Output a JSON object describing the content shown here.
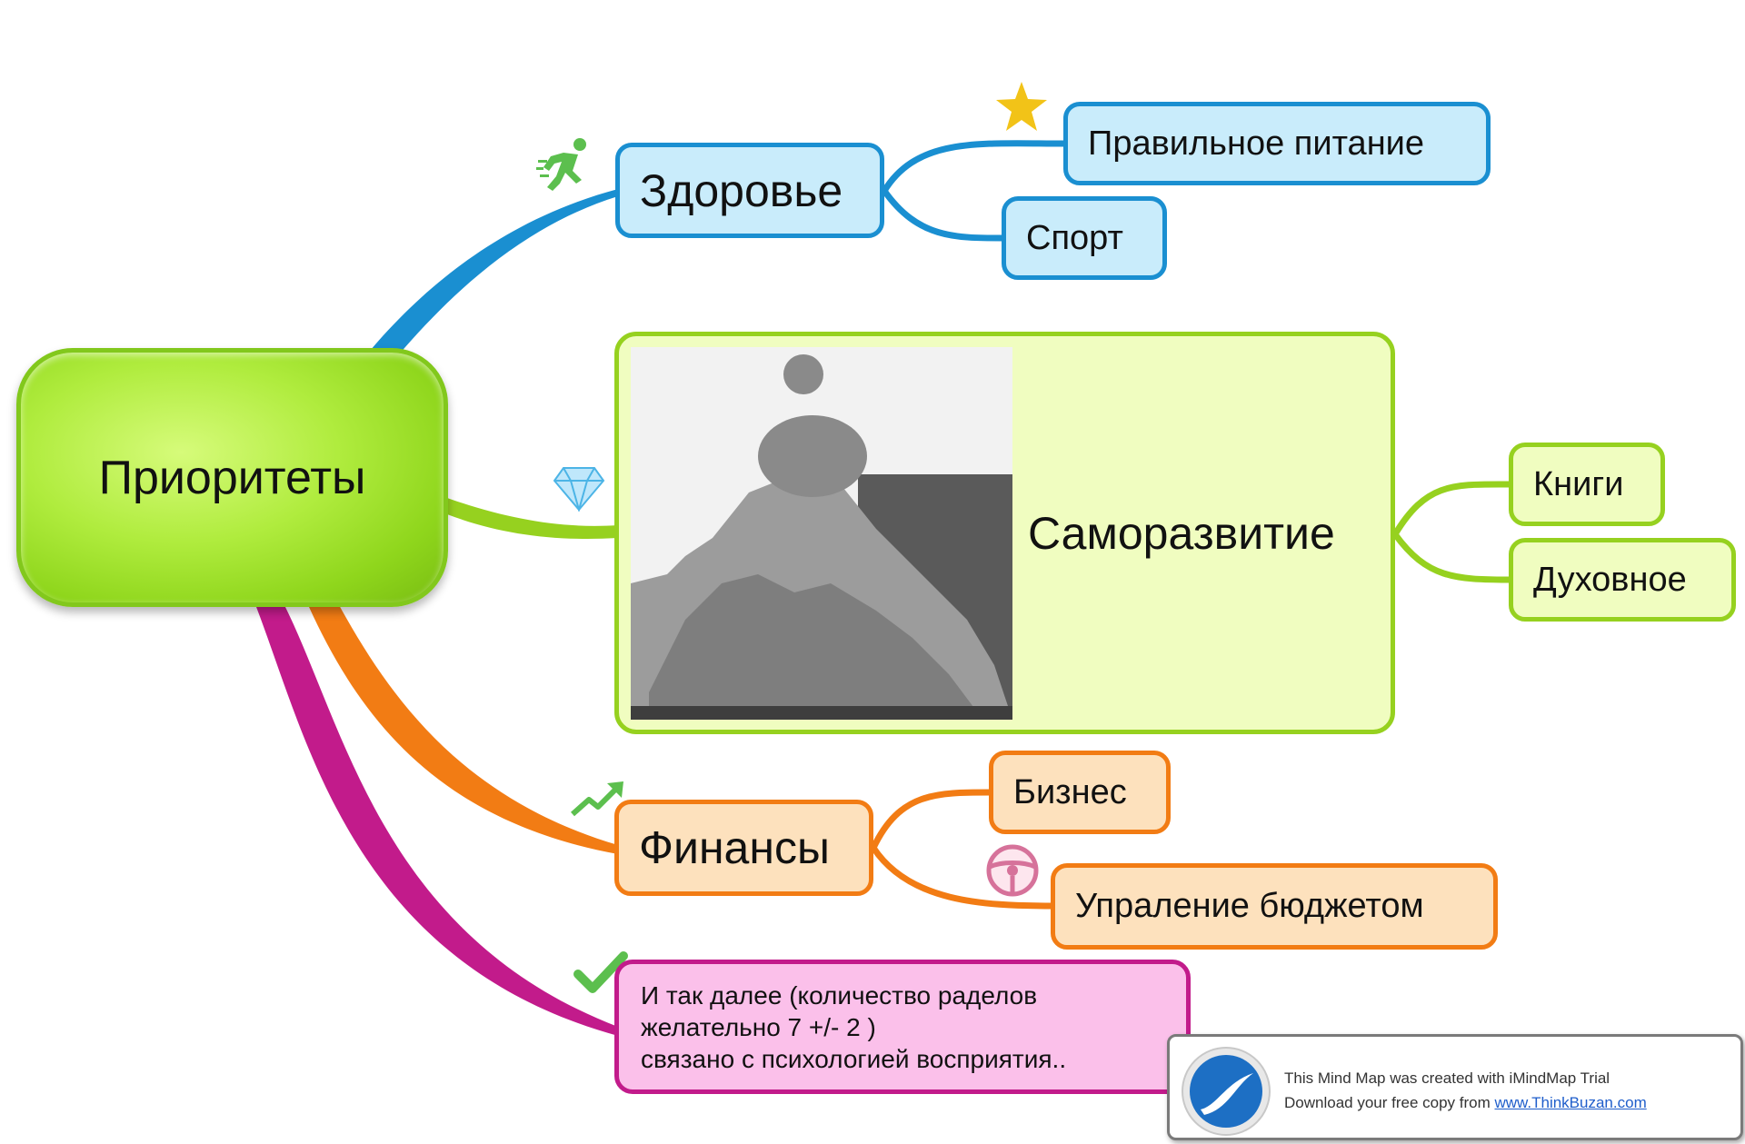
{
  "central": {
    "label": "Приоритеты"
  },
  "branches": {
    "health": {
      "label": "Здоровье",
      "icon": "runner-icon",
      "color": "#1a8fd1",
      "children": {
        "food": {
          "label": "Правильное питание",
          "icon": "star-icon"
        },
        "sport": {
          "label": "Спорт"
        }
      }
    },
    "self": {
      "label": "Саморазвитие",
      "icon": "diamond-icon",
      "color": "#96d11f",
      "image": "bodybuilder-statue-photo",
      "children": {
        "books": {
          "label": "Книги"
        },
        "spirit": {
          "label": "Духовное"
        }
      }
    },
    "finance": {
      "label": "Финансы",
      "icon": "trend-up-icon",
      "color": "#f27c14",
      "children": {
        "business": {
          "label": "Бизнес"
        },
        "budget": {
          "label": "Упраление бюджетом",
          "icon": "steering-wheel-icon"
        }
      }
    },
    "etc": {
      "lines": [
        "И так далее (количество раделов",
        "желательно 7 +/- 2 )",
        "связано с психологией восприятия.."
      ],
      "icon": "checkmark-icon",
      "color": "#c21b8b"
    }
  },
  "banner": {
    "line1": "This Mind Map was created with iMindMap Trial",
    "line2_prefix": "Download your free copy from ",
    "link": "www.ThinkBuzan.com"
  }
}
